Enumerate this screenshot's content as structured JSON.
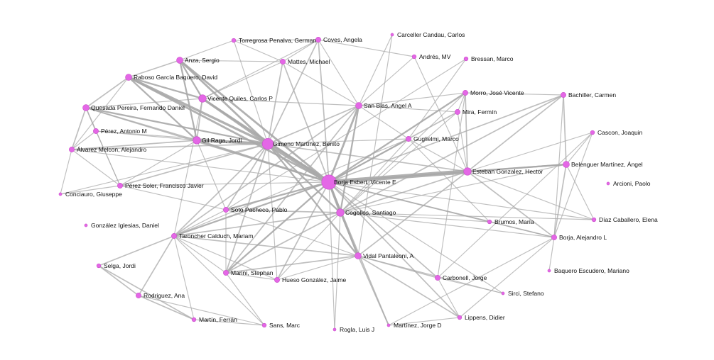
{
  "colors": {
    "node_fill": "#e467e6",
    "node_stroke": "#c94fc9",
    "edge": "#a9a9a9",
    "background": "#ffffff",
    "label": "#111111"
  },
  "nodes": [
    {
      "id": "borja_vicente",
      "label": "Borja Esbert, Vicente E",
      "weight": 11
    },
    {
      "id": "gimeno",
      "label": "Gimeno Martínez, Benito",
      "weight": 8
    },
    {
      "id": "esteban",
      "label": "Esteban Gonzalez, Hector",
      "weight": 5
    },
    {
      "id": "cogollos",
      "label": "Cogollos, Santiago",
      "weight": 5
    },
    {
      "id": "vidal",
      "label": "Vidal Pantaleoni, A",
      "weight": 4
    },
    {
      "id": "gil",
      "label": "Gil Raga, Jordi",
      "weight": 5
    },
    {
      "id": "vicente",
      "label": "Vicente Quiles, Carlos P",
      "weight": 5
    },
    {
      "id": "anza",
      "label": "Anza, Sergio",
      "weight": 4
    },
    {
      "id": "raboso",
      "label": "Raboso García Baquero, David",
      "weight": 4
    },
    {
      "id": "quesada",
      "label": "Quesada Pereira, Fernando Daniel",
      "weight": 4
    },
    {
      "id": "alvarez",
      "label": "Álvarez Melcon, Alejandro",
      "weight": 3
    },
    {
      "id": "perez_am",
      "label": "Pérez, Antonio M",
      "weight": 3
    },
    {
      "id": "perez_soler",
      "label": "Pérez Soler, Francisco Javier",
      "weight": 3
    },
    {
      "id": "conciauro",
      "label": "Conciauro, Giuseppe",
      "weight": 1
    },
    {
      "id": "gonzalez_ig",
      "label": "González Iglesias, Daniel",
      "weight": 1
    },
    {
      "id": "torregrosa",
      "label": "Torregrosa Penalva, German",
      "weight": 2
    },
    {
      "id": "coves",
      "label": "Coves, Angela",
      "weight": 3
    },
    {
      "id": "mattes",
      "label": "Mattes, Michael",
      "weight": 3
    },
    {
      "id": "carceller",
      "label": "Carceller Candau, Carlos",
      "weight": 1
    },
    {
      "id": "andres",
      "label": "Andrés, MV",
      "weight": 2
    },
    {
      "id": "bressan",
      "label": "Bressan, Marco",
      "weight": 2
    },
    {
      "id": "sanblas",
      "label": "San Blas, Angel A",
      "weight": 4
    },
    {
      "id": "morro",
      "label": "Morro, José Vicente",
      "weight": 3
    },
    {
      "id": "mira",
      "label": "Mira, Fermín",
      "weight": 3
    },
    {
      "id": "bachiller",
      "label": "Bachiller, Carmen",
      "weight": 3
    },
    {
      "id": "guglielmi",
      "label": "Guglielmi, Marco",
      "weight": 3
    },
    {
      "id": "cascon",
      "label": "Cascon, Joaquin",
      "weight": 2
    },
    {
      "id": "belenguer",
      "label": "Belenguer Martínez, Ángel",
      "weight": 4
    },
    {
      "id": "arcioni",
      "label": "Arcioni, Paolo",
      "weight": 1
    },
    {
      "id": "diaz",
      "label": "Díaz Caballero, Elena",
      "weight": 2
    },
    {
      "id": "brumos",
      "label": "Brumos, María",
      "weight": 2
    },
    {
      "id": "borja_al",
      "label": "Borja, Alejandro L",
      "weight": 3
    },
    {
      "id": "baquero",
      "label": "Baquero Escudero, Mariano",
      "weight": 1
    },
    {
      "id": "soto",
      "label": "Soto Pacheco, Pablo",
      "weight": 3
    },
    {
      "id": "taroncher",
      "label": "Taroncher Calduch, Mariam",
      "weight": 3
    },
    {
      "id": "selga",
      "label": "Selga, Jordi",
      "weight": 2
    },
    {
      "id": "marini",
      "label": "Marini, Stephan",
      "weight": 3
    },
    {
      "id": "hueso",
      "label": "Hueso González, Jaime",
      "weight": 3
    },
    {
      "id": "rodriguez",
      "label": "Rodriguez, Ana",
      "weight": 3
    },
    {
      "id": "martin",
      "label": "Martín, Ferrán",
      "weight": 2
    },
    {
      "id": "sans",
      "label": "Sans, Marc",
      "weight": 2
    },
    {
      "id": "rogla",
      "label": "Rogla, Luis J",
      "weight": 1
    },
    {
      "id": "martinez_jd",
      "label": "Martínez, Jorge D",
      "weight": 1
    },
    {
      "id": "carbonell",
      "label": "Carbonell, Jorge",
      "weight": 3
    },
    {
      "id": "sirci",
      "label": "Sirci, Stefano",
      "weight": 1
    },
    {
      "id": "lippens",
      "label": "Lippens, Didier",
      "weight": 2
    }
  ],
  "edges": [
    {
      "source": "borja_vicente",
      "target": "esteban",
      "weight": 10
    },
    {
      "source": "borja_vicente",
      "target": "gimeno",
      "weight": 9
    },
    {
      "source": "gimeno",
      "target": "gil",
      "weight": 6
    },
    {
      "source": "gimeno",
      "target": "vicente",
      "weight": 5
    },
    {
      "source": "gimeno",
      "target": "anza",
      "weight": 4
    },
    {
      "source": "gimeno",
      "target": "raboso",
      "weight": 5
    },
    {
      "source": "gimeno",
      "target": "quesada",
      "weight": 3
    },
    {
      "source": "borja_vicente",
      "target": "raboso",
      "weight": 4
    },
    {
      "source": "borja_vicente",
      "target": "anza",
      "weight": 4
    },
    {
      "source": "borja_vicente",
      "target": "vicente",
      "weight": 4
    },
    {
      "source": "borja_vicente",
      "target": "gil",
      "weight": 4
    },
    {
      "source": "borja_vicente",
      "target": "sanblas",
      "weight": 4
    },
    {
      "source": "borja_vicente",
      "target": "cogollos",
      "weight": 5
    },
    {
      "source": "borja_vicente",
      "target": "vidal",
      "weight": 4
    },
    {
      "source": "borja_vicente",
      "target": "soto",
      "weight": 3
    },
    {
      "source": "borja_vicente",
      "target": "taroncher",
      "weight": 3
    },
    {
      "source": "borja_vicente",
      "target": "marini",
      "weight": 3
    },
    {
      "source": "borja_vicente",
      "target": "hueso",
      "weight": 2
    },
    {
      "source": "borja_vicente",
      "target": "guglielmi",
      "weight": 3
    },
    {
      "source": "borja_vicente",
      "target": "morro",
      "weight": 3
    },
    {
      "source": "borja_vicente",
      "target": "mira",
      "weight": 2
    },
    {
      "source": "borja_vicente",
      "target": "bachiller",
      "weight": 2
    },
    {
      "source": "borja_vicente",
      "target": "belenguer",
      "weight": 3
    },
    {
      "source": "borja_vicente",
      "target": "brumos",
      "weight": 2
    },
    {
      "source": "borja_vicente",
      "target": "borja_al",
      "weight": 2
    },
    {
      "source": "borja_vicente",
      "target": "carbonell",
      "weight": 2
    },
    {
      "source": "borja_vicente",
      "target": "lippens",
      "weight": 2
    },
    {
      "source": "borja_vicente",
      "target": "martinez_jd",
      "weight": 2
    },
    {
      "source": "borja_vicente",
      "target": "rogla",
      "weight": 1
    },
    {
      "source": "borja_vicente",
      "target": "coves",
      "weight": 2
    },
    {
      "source": "borja_vicente",
      "target": "mattes",
      "weight": 2
    },
    {
      "source": "borja_vicente",
      "target": "perez_soler",
      "weight": 1
    },
    {
      "source": "borja_vicente",
      "target": "diaz",
      "weight": 1
    },
    {
      "source": "borja_vicente",
      "target": "sirci",
      "weight": 1
    },
    {
      "source": "borja_vicente",
      "target": "quesada",
      "weight": 2
    },
    {
      "source": "borja_vicente",
      "target": "alvarez",
      "weight": 1
    },
    {
      "source": "gimeno",
      "target": "cogollos",
      "weight": 3
    },
    {
      "source": "gimeno",
      "target": "vidal",
      "weight": 3
    },
    {
      "source": "gimeno",
      "target": "soto",
      "weight": 2
    },
    {
      "source": "gimeno",
      "target": "taroncher",
      "weight": 2
    },
    {
      "source": "gimeno",
      "target": "marini",
      "weight": 2
    },
    {
      "source": "gimeno",
      "target": "hueso",
      "weight": 1
    },
    {
      "source": "gimeno",
      "target": "sanblas",
      "weight": 2
    },
    {
      "source": "gimeno",
      "target": "esteban",
      "weight": 2
    },
    {
      "source": "gimeno",
      "target": "mattes",
      "weight": 2
    },
    {
      "source": "gimeno",
      "target": "coves",
      "weight": 2
    },
    {
      "source": "gimeno",
      "target": "alvarez",
      "weight": 2
    },
    {
      "source": "gimeno",
      "target": "perez_am",
      "weight": 1
    },
    {
      "source": "gimeno",
      "target": "perez_soler",
      "weight": 2
    },
    {
      "source": "gimeno",
      "target": "conciauro",
      "weight": 1
    },
    {
      "source": "gimeno",
      "target": "guglielmi",
      "weight": 1
    },
    {
      "source": "gimeno",
      "target": "torregrosa",
      "weight": 1
    },
    {
      "source": "gil",
      "target": "raboso",
      "weight": 3
    },
    {
      "source": "gil",
      "target": "anza",
      "weight": 3
    },
    {
      "source": "gil",
      "target": "vicente",
      "weight": 2
    },
    {
      "source": "gil",
      "target": "quesada",
      "weight": 2
    },
    {
      "source": "gil",
      "target": "alvarez",
      "weight": 2
    },
    {
      "source": "gil",
      "target": "perez_am",
      "weight": 1
    },
    {
      "source": "gil",
      "target": "perez_soler",
      "weight": 1
    },
    {
      "source": "gil",
      "target": "soto",
      "weight": 1
    },
    {
      "source": "raboso",
      "target": "anza",
      "weight": 2
    },
    {
      "source": "raboso",
      "target": "vicente",
      "weight": 3
    },
    {
      "source": "raboso",
      "target": "quesada",
      "weight": 2
    },
    {
      "source": "raboso",
      "target": "alvarez",
      "weight": 1
    },
    {
      "source": "anza",
      "target": "vicente",
      "weight": 3
    },
    {
      "source": "anza",
      "target": "mattes",
      "weight": 1
    },
    {
      "source": "anza",
      "target": "torregrosa",
      "weight": 1
    },
    {
      "source": "quesada",
      "target": "perez_am",
      "weight": 2
    },
    {
      "source": "quesada",
      "target": "alvarez",
      "weight": 2
    },
    {
      "source": "quesada",
      "target": "perez_soler",
      "weight": 1
    },
    {
      "source": "quesada",
      "target": "vicente",
      "weight": 1
    },
    {
      "source": "alvarez",
      "target": "perez_soler",
      "weight": 1
    },
    {
      "source": "alvarez",
      "target": "perez_am",
      "weight": 1
    },
    {
      "source": "alvarez",
      "target": "conciauro",
      "weight": 1
    },
    {
      "source": "perez_am",
      "target": "perez_soler",
      "weight": 1
    },
    {
      "source": "perez_soler",
      "target": "conciauro",
      "weight": 1
    },
    {
      "source": "perez_soler",
      "target": "soto",
      "weight": 1
    },
    {
      "source": "vicente",
      "target": "sanblas",
      "weight": 1
    },
    {
      "source": "vicente",
      "target": "mattes",
      "weight": 1
    },
    {
      "source": "vicente",
      "target": "coves",
      "weight": 1
    },
    {
      "source": "vicente",
      "target": "taroncher",
      "weight": 1
    },
    {
      "source": "mattes",
      "target": "coves",
      "weight": 1
    },
    {
      "source": "mattes",
      "target": "torregrosa",
      "weight": 1
    },
    {
      "source": "mattes",
      "target": "sanblas",
      "weight": 1
    },
    {
      "source": "coves",
      "target": "torregrosa",
      "weight": 1
    },
    {
      "source": "coves",
      "target": "sanblas",
      "weight": 1
    },
    {
      "source": "coves",
      "target": "andres",
      "weight": 1
    },
    {
      "source": "carceller",
      "target": "sanblas",
      "weight": 1
    },
    {
      "source": "carceller",
      "target": "vidal",
      "weight": 1
    },
    {
      "source": "andres",
      "target": "sanblas",
      "weight": 1
    },
    {
      "source": "andres",
      "target": "esteban",
      "weight": 1
    },
    {
      "source": "bressan",
      "target": "guglielmi",
      "weight": 1
    },
    {
      "source": "bressan",
      "target": "soto",
      "weight": 1
    },
    {
      "source": "sanblas",
      "target": "cogollos",
      "weight": 3
    },
    {
      "source": "sanblas",
      "target": "morro",
      "weight": 1
    },
    {
      "source": "sanblas",
      "target": "mira",
      "weight": 1
    },
    {
      "source": "sanblas",
      "target": "guglielmi",
      "weight": 1
    },
    {
      "source": "sanblas",
      "target": "marini",
      "weight": 2
    },
    {
      "source": "sanblas",
      "target": "taroncher",
      "weight": 2
    },
    {
      "source": "morro",
      "target": "esteban",
      "weight": 2
    },
    {
      "source": "morro",
      "target": "mira",
      "weight": 1
    },
    {
      "source": "morro",
      "target": "bachiller",
      "weight": 1
    },
    {
      "source": "morro",
      "target": "cogollos",
      "weight": 1
    },
    {
      "source": "mira",
      "target": "esteban",
      "weight": 1
    },
    {
      "source": "mira",
      "target": "cogollos",
      "weight": 1
    },
    {
      "source": "bachiller",
      "target": "esteban",
      "weight": 2
    },
    {
      "source": "bachiller",
      "target": "belenguer",
      "weight": 2
    },
    {
      "source": "bachiller",
      "target": "cogollos",
      "weight": 2
    },
    {
      "source": "bachiller",
      "target": "borja_al",
      "weight": 1
    },
    {
      "source": "guglielmi",
      "target": "esteban",
      "weight": 1
    },
    {
      "source": "guglielmi",
      "target": "brumos",
      "weight": 1
    },
    {
      "source": "guglielmi",
      "target": "taroncher",
      "weight": 1
    },
    {
      "source": "guglielmi",
      "target": "cogollos",
      "weight": 1
    },
    {
      "source": "esteban",
      "target": "belenguer",
      "weight": 3
    },
    {
      "source": "esteban",
      "target": "borja_al",
      "weight": 2
    },
    {
      "source": "esteban",
      "target": "diaz",
      "weight": 1
    },
    {
      "source": "esteban",
      "target": "cogollos",
      "weight": 2
    },
    {
      "source": "esteban",
      "target": "vidal",
      "weight": 2
    },
    {
      "source": "esteban",
      "target": "cascon",
      "weight": 1
    },
    {
      "source": "belenguer",
      "target": "cascon",
      "weight": 1
    },
    {
      "source": "belenguer",
      "target": "diaz",
      "weight": 1
    },
    {
      "source": "belenguer",
      "target": "borja_al",
      "weight": 2
    },
    {
      "source": "belenguer",
      "target": "cogollos",
      "weight": 1
    },
    {
      "source": "cascon",
      "target": "borja_al",
      "weight": 1
    },
    {
      "source": "cascon",
      "target": "carbonell",
      "weight": 1
    },
    {
      "source": "borja_al",
      "target": "cogollos",
      "weight": 1
    },
    {
      "source": "borja_al",
      "target": "brumos",
      "weight": 1
    },
    {
      "source": "borja_al",
      "target": "martinez_jd",
      "weight": 1
    },
    {
      "source": "borja_al",
      "target": "baquero",
      "weight": 1
    },
    {
      "source": "cogollos",
      "target": "soto",
      "weight": 2
    },
    {
      "source": "cogollos",
      "target": "vidal",
      "weight": 2
    },
    {
      "source": "cogollos",
      "target": "taroncher",
      "weight": 2
    },
    {
      "source": "cogollos",
      "target": "marini",
      "weight": 2
    },
    {
      "source": "cogollos",
      "target": "hueso",
      "weight": 1
    },
    {
      "source": "cogollos",
      "target": "brumos",
      "weight": 1
    },
    {
      "source": "cogollos",
      "target": "diaz",
      "weight": 1
    },
    {
      "source": "soto",
      "target": "taroncher",
      "weight": 1
    },
    {
      "source": "soto",
      "target": "marini",
      "weight": 1
    },
    {
      "source": "soto",
      "target": "vidal",
      "weight": 1
    },
    {
      "source": "vidal",
      "target": "taroncher",
      "weight": 2
    },
    {
      "source": "vidal",
      "target": "marini",
      "weight": 2
    },
    {
      "source": "vidal",
      "target": "hueso",
      "weight": 1
    },
    {
      "source": "vidal",
      "target": "carbonell",
      "weight": 2
    },
    {
      "source": "vidal",
      "target": "lippens",
      "weight": 2
    },
    {
      "source": "vidal",
      "target": "sirci",
      "weight": 1
    },
    {
      "source": "vidal",
      "target": "martinez_jd",
      "weight": 2
    },
    {
      "source": "taroncher",
      "target": "selga",
      "weight": 2
    },
    {
      "source": "taroncher",
      "target": "rodriguez",
      "weight": 2
    },
    {
      "source": "taroncher",
      "target": "martin",
      "weight": 1
    },
    {
      "source": "taroncher",
      "target": "sans",
      "weight": 1
    },
    {
      "source": "taroncher",
      "target": "marini",
      "weight": 1
    },
    {
      "source": "taroncher",
      "target": "hueso",
      "weight": 1
    },
    {
      "source": "selga",
      "target": "rodriguez",
      "weight": 2
    },
    {
      "source": "selga",
      "target": "martin",
      "weight": 2
    },
    {
      "source": "rodriguez",
      "target": "martin",
      "weight": 2
    },
    {
      "source": "rodriguez",
      "target": "sans",
      "weight": 1
    },
    {
      "source": "martin",
      "target": "sans",
      "weight": 1
    },
    {
      "source": "marini",
      "target": "hueso",
      "weight": 1
    },
    {
      "source": "marini",
      "target": "sans",
      "weight": 1
    },
    {
      "source": "carbonell",
      "target": "lippens",
      "weight": 1
    },
    {
      "source": "carbonell",
      "target": "sirci",
      "weight": 1
    },
    {
      "source": "carbonell",
      "target": "morro",
      "weight": 1
    },
    {
      "source": "martinez_jd",
      "target": "lippens",
      "weight": 1
    },
    {
      "source": "rogla",
      "target": "cogollos",
      "weight": 1
    },
    {
      "source": "lippens",
      "target": "borja_al",
      "weight": 1
    }
  ]
}
